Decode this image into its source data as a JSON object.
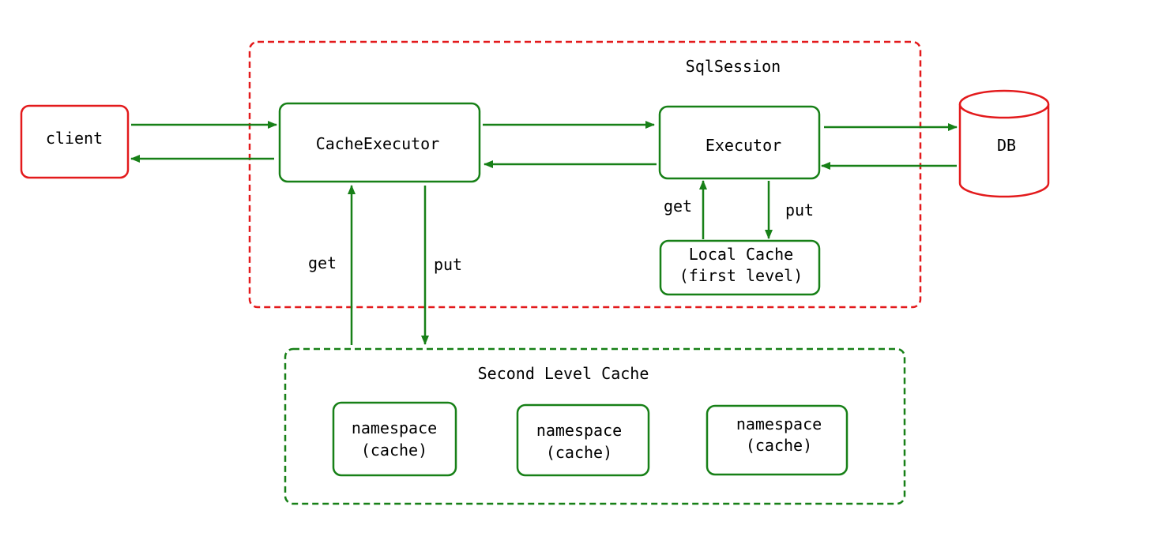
{
  "colors": {
    "red": "#e31a1c",
    "green": "#178017",
    "text": "#000000",
    "background": "#ffffff"
  },
  "labels": {
    "sqlsession": "SqlSession",
    "client": "client",
    "cache_executor": "CacheExecutor",
    "executor": "Executor",
    "db": "DB",
    "get_local": "get",
    "put_local": "put",
    "local_cache_line1": "Local Cache",
    "local_cache_line2": "(first level)",
    "get_second": "get",
    "put_second": "put",
    "second_level_cache": "Second Level Cache",
    "namespaces": [
      {
        "line1": "namespace",
        "line2": "(cache)"
      },
      {
        "line1": "namespace",
        "line2": "(cache)"
      },
      {
        "line1": "namespace",
        "line2": "(cache)"
      }
    ]
  }
}
